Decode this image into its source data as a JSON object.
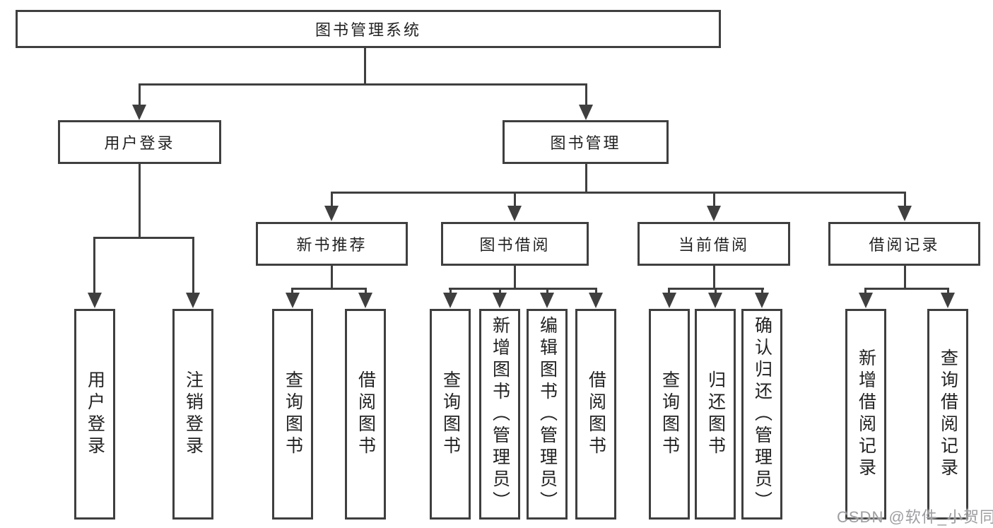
{
  "diagram": {
    "title": "图书管理系统",
    "level2": {
      "user_login": "用户登录",
      "book_mgmt": "图书管理"
    },
    "level3": {
      "new_books": "新书推荐",
      "borrowing": "图书借阅",
      "current": "当前借阅",
      "records": "借阅记录"
    },
    "leaves": {
      "user_login": [
        "用户登录",
        "注销登录"
      ],
      "new_books": [
        "查询图书",
        "借阅图书"
      ],
      "borrowing": [
        "查询图书",
        "新增图书（管理员）",
        "编辑图书（管理员）",
        "借阅图书"
      ],
      "current": [
        "查询图书",
        "归还图书",
        "确认归还（管理员）"
      ],
      "records": [
        "新增借阅记录",
        "查询借阅记录"
      ]
    }
  },
  "watermark": {
    "text": "CSDN @软件_小贺同学"
  },
  "colors": {
    "line": "#3f3f3f",
    "text": "#222222",
    "watermark": "#9e9ea2",
    "background": "#ffffff"
  }
}
